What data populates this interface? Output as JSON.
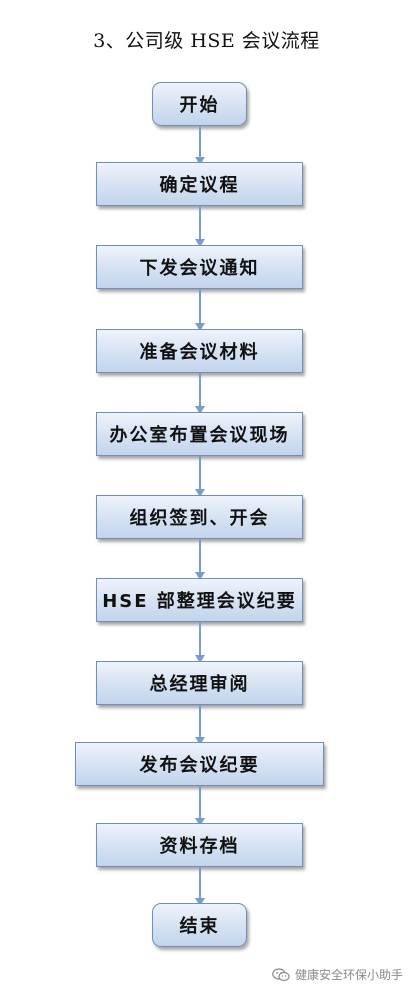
{
  "title": "3、公司级 HSE 会议流程",
  "steps": {
    "s1": "开始",
    "s2": "确定议程",
    "s3": "下发会议通知",
    "s4": "准备会议材料",
    "s5": "办公室布置会议现场",
    "s6": "组织签到、开会",
    "s7": "HSE 部整理会议纪要",
    "s8": "总经理审阅",
    "s9": "发布会议纪要",
    "s10": "资料存档",
    "s11": "结束"
  },
  "watermark": "健康安全环保小助手",
  "icons": {
    "watermark_icon": "wechat-icon"
  },
  "colors": {
    "box_fill": "#d7e3f3",
    "box_border": "#6f8fb8",
    "arrow": "#7a9cc9"
  }
}
